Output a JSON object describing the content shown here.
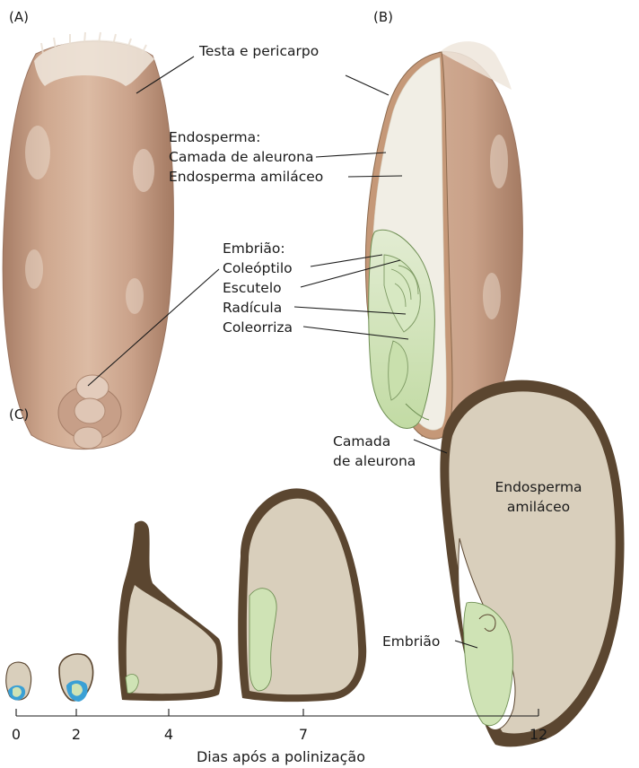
{
  "panels": {
    "a": {
      "letter": "(A)"
    },
    "b": {
      "letter": "(B)"
    },
    "c": {
      "letter": "(C)"
    }
  },
  "labels": {
    "testa": "Testa e pericarpo",
    "endosperma_head": "Endosperma:",
    "camada_aleurona": "Camada de aleurona",
    "endosperma_amilaceo": "Endosperma amiláceo",
    "embriao_head": "Embrião:",
    "coleoptilo": "Coleóptilo",
    "escutelo": "Escutelo",
    "radicula": "Radícula",
    "coleorriza": "Coleorriza"
  },
  "panel_c": {
    "camada_line1": "Camada",
    "camada_line2": "de aleurona",
    "endosperma_line1": "Endosperma",
    "endosperma_line2": "amiláceo",
    "embriao": "Embrião",
    "axis": {
      "ticks": [
        "0",
        "2",
        "4",
        "7",
        "12"
      ],
      "title": "Dias após a polinização"
    }
  },
  "colors": {
    "grain_brown": "#c9a58d",
    "aleurone_brown": "#5b4630",
    "endosperm_tan": "#d9cfbc",
    "embryo_green": "#cfe3b5",
    "embryo_blue": "#3aa0d5"
  }
}
